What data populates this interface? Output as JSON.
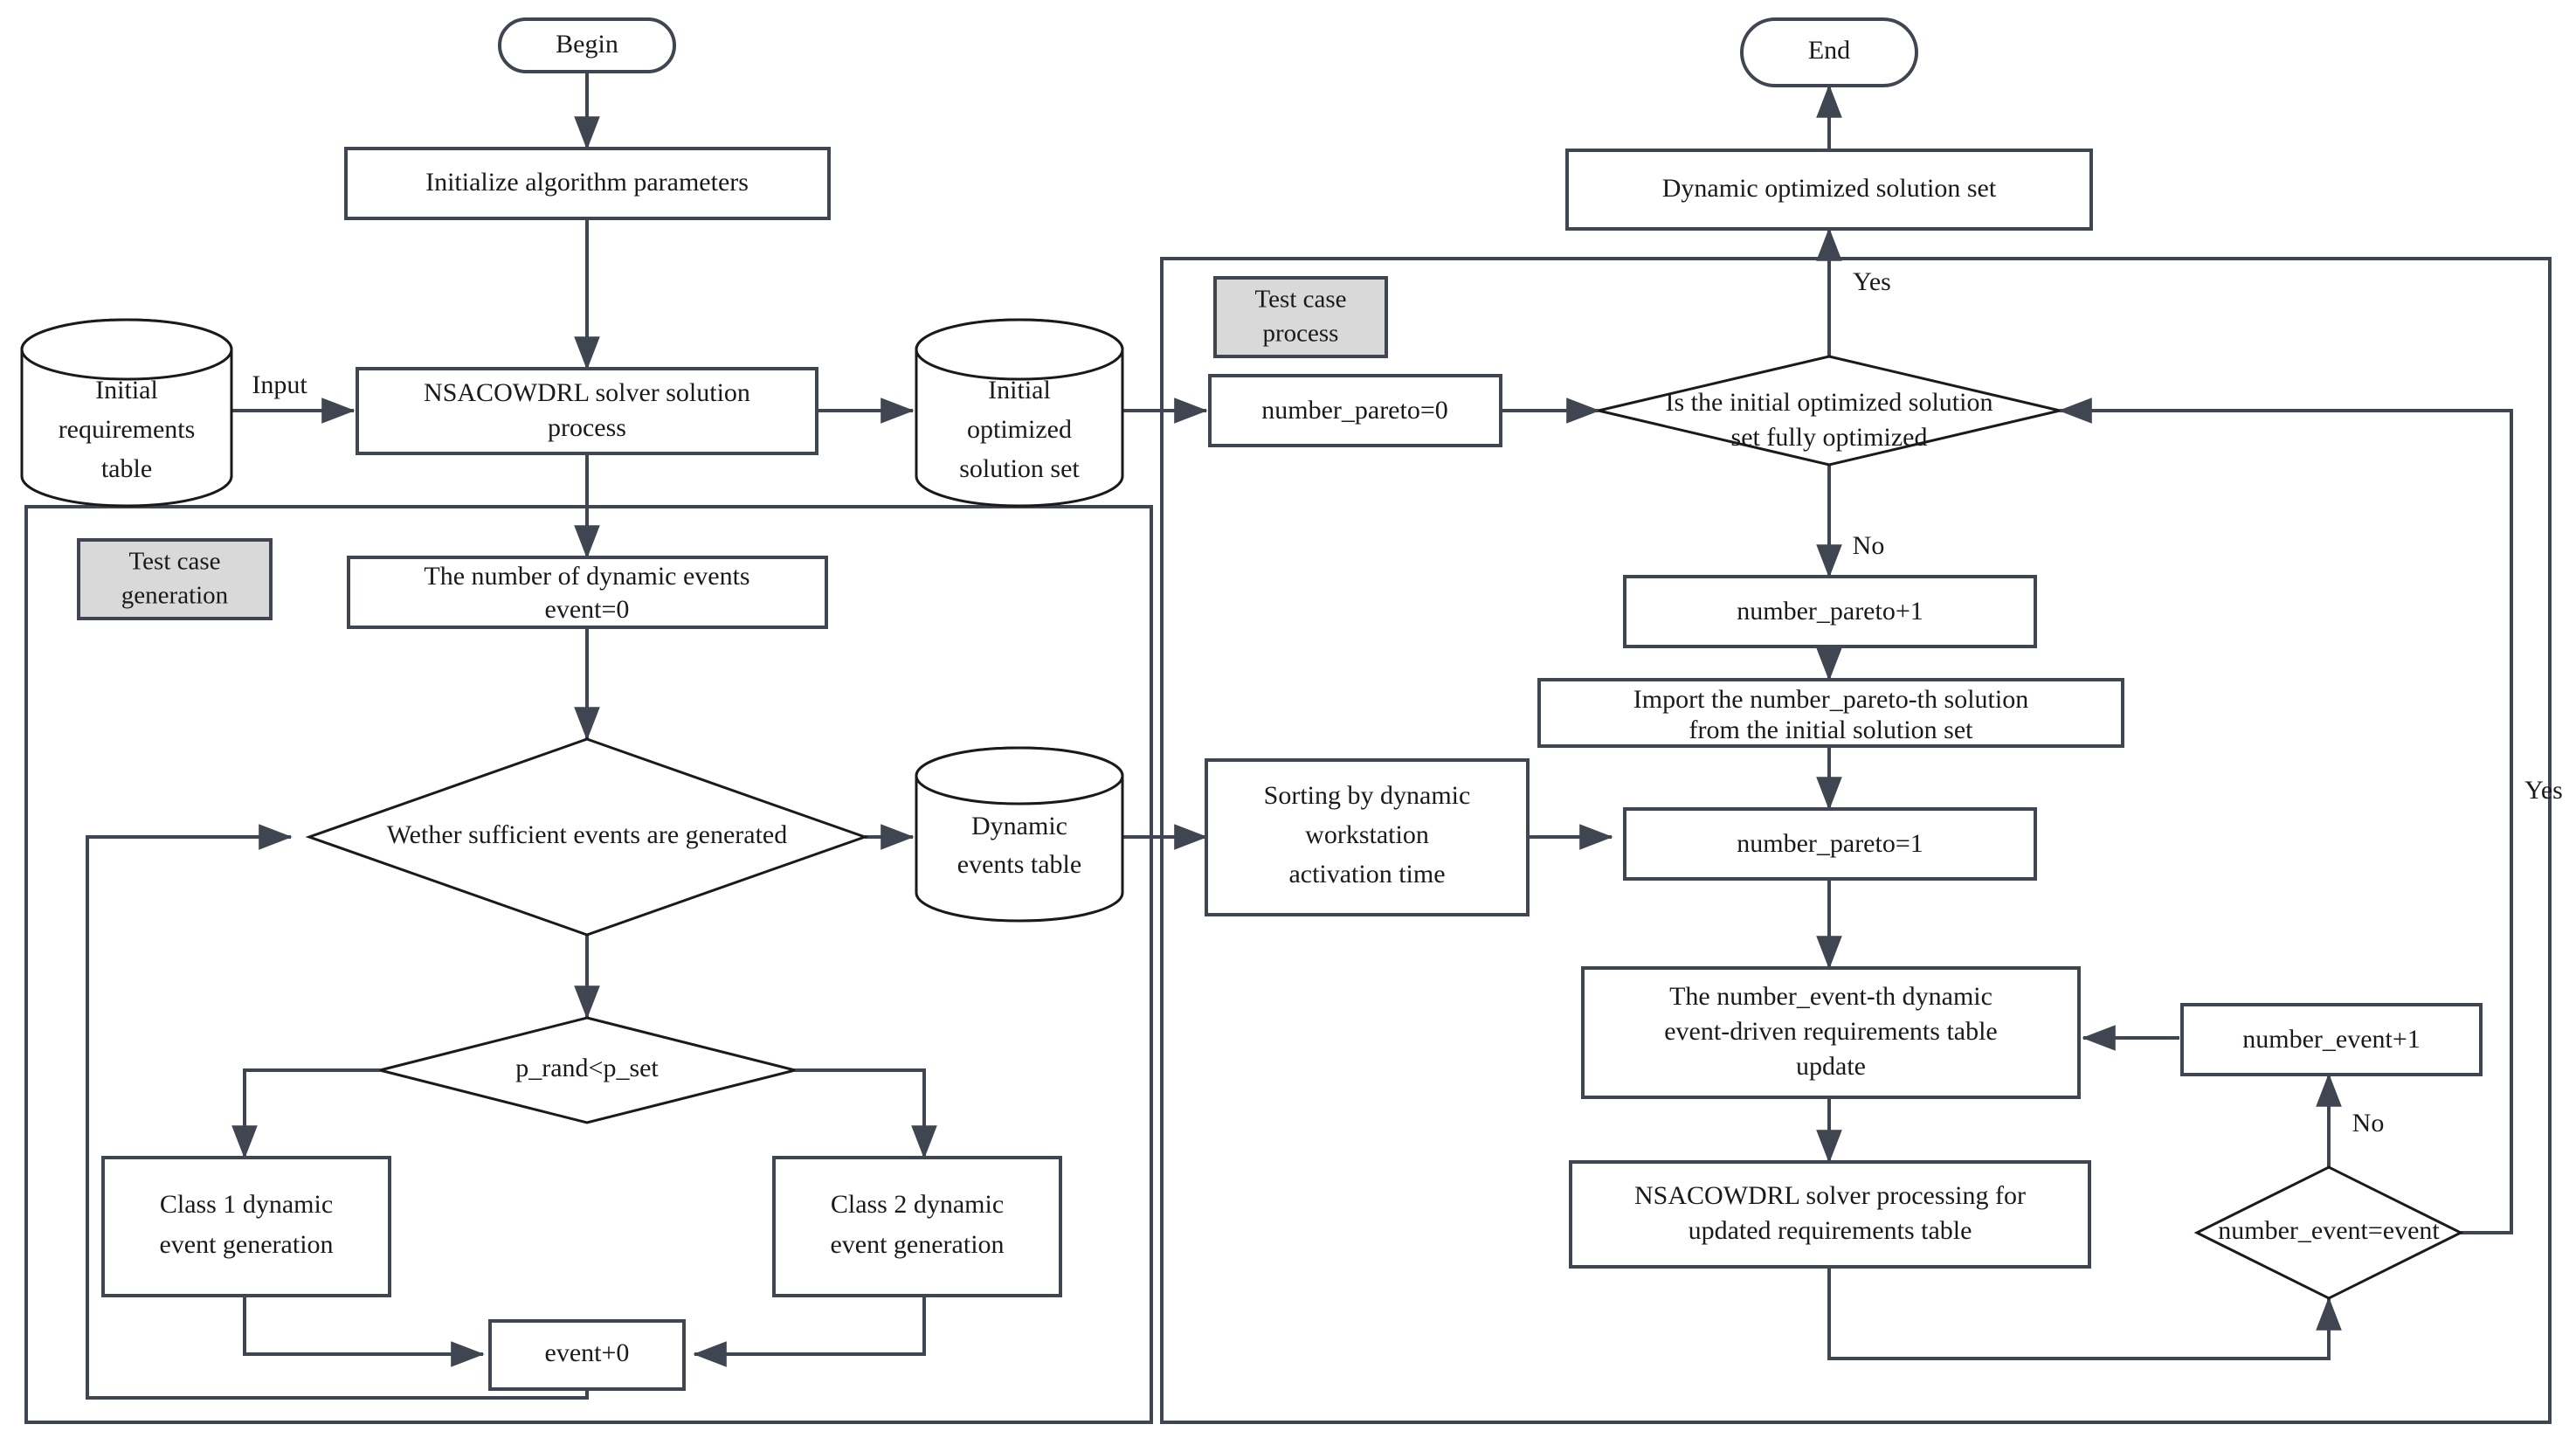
{
  "diagram": {
    "title": "Dynamic test case generation and process flowchart",
    "colors": {
      "stroke": "#3f4651",
      "fill": "#ffffff",
      "badge_fill": "#d9d9d9",
      "text": "#1a1a1a",
      "background": "#ffffff"
    },
    "panels": [
      {
        "id": "panel-test-case-generation",
        "badge": "Test case\ngeneration",
        "badge_line1": "Test case",
        "badge_line2": "generation"
      },
      {
        "id": "panel-test-case-process",
        "badge": "Test case\nprocess",
        "badge_line1": "Test case",
        "badge_line2": "process"
      }
    ],
    "nodes": {
      "begin": {
        "label": "Begin",
        "shape": "terminator"
      },
      "init_params": {
        "label": "Initialize algorithm parameters",
        "shape": "process"
      },
      "initial_requirements_table": {
        "line1": "Initial",
        "line2": "requirements",
        "line3": "table",
        "shape": "cylinder"
      },
      "nsacowdrl_solver": {
        "line1": "NSACOWDRL solver solution",
        "line2": "process",
        "shape": "process"
      },
      "initial_optimized_solution_set": {
        "line1": "Initial",
        "line2": "optimized",
        "line3": "solution set",
        "shape": "cylinder"
      },
      "number_dynamic_events": {
        "line1": "The number of dynamic events",
        "line2": "event=0",
        "shape": "process"
      },
      "wether_sufficient_events": {
        "label": "Wether sufficient events are generated",
        "shape": "decision"
      },
      "dynamic_events_table": {
        "line1": "Dynamic",
        "line2": "events table",
        "shape": "cylinder"
      },
      "p_rand_decision": {
        "label": "p_rand<p_set",
        "shape": "decision"
      },
      "class1_event": {
        "line1": "Class 1 dynamic",
        "line2": "event generation",
        "shape": "process"
      },
      "class2_event": {
        "line1": "Class 2 dynamic",
        "line2": "event generation",
        "shape": "process"
      },
      "event_plus": {
        "label": "event+0",
        "shape": "process"
      },
      "end": {
        "label": "End",
        "shape": "terminator"
      },
      "dynamic_optimized_solution_set": {
        "label": "Dynamic optimized solution set",
        "shape": "process"
      },
      "number_pareto_zero": {
        "label": "number_pareto=0",
        "shape": "process"
      },
      "is_fully_optimized": {
        "line1": "Is the initial optimized solution",
        "line2": "set fully optimized",
        "shape": "decision"
      },
      "number_pareto_plus1": {
        "label": "number_pareto+1",
        "shape": "process"
      },
      "import_pareto_solution": {
        "line1": "Import the number_pareto-th solution",
        "line2": "from the initial solution set",
        "shape": "process"
      },
      "sorting_by_activation": {
        "line1": "Sorting by dynamic",
        "line2": "workstation",
        "line3": "activation time",
        "shape": "process"
      },
      "number_pareto_one": {
        "label": "number_pareto=1",
        "shape": "process"
      },
      "requirements_table_update": {
        "line1": "The number_event-th dynamic",
        "line2": "event-driven requirements table",
        "line3": "update",
        "shape": "process"
      },
      "number_event_plus1": {
        "label": "number_event+1",
        "shape": "process"
      },
      "nsacowdrl_updated": {
        "line1": "NSACOWDRL solver processing for",
        "line2": "updated requirements table",
        "shape": "process"
      },
      "number_event_equals": {
        "label": "number_event=event",
        "shape": "decision"
      }
    },
    "edge_labels": {
      "input": "Input",
      "yes_top": "Yes",
      "no_top": "No",
      "yes_right": "Yes",
      "no_bottom": "No"
    }
  }
}
